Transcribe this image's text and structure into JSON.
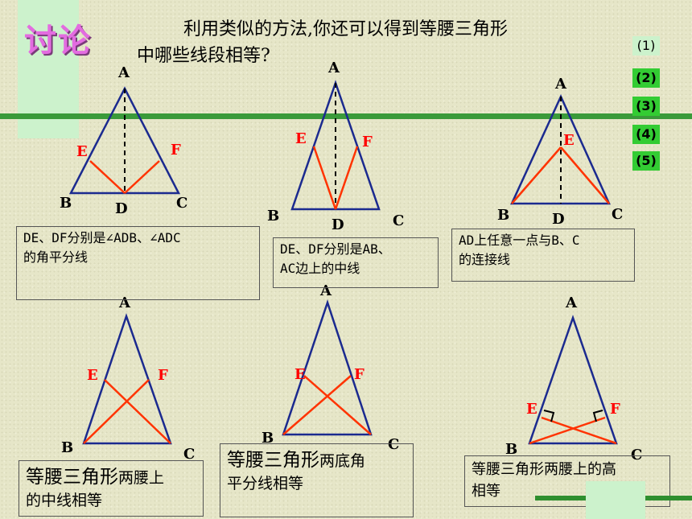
{
  "title": "讨论",
  "question": {
    "line1": "利用类似的方法,你还可以得到等腰三角形",
    "line2": "中哪些线段相等?"
  },
  "tags": [
    "(1)",
    "(2)",
    "(3)",
    "(4)",
    "(5)"
  ],
  "vertex_labels": {
    "A": "A",
    "B": "B",
    "C": "C",
    "D": "D",
    "E": "E",
    "F": "F"
  },
  "captions": {
    "c1": {
      "line1": "DE、DF分别是∠ADB、∠ADC",
      "line2": "的角平分线"
    },
    "c2": {
      "line1": "DE、DF分别是AB、",
      "line2": "AC边上的中线"
    },
    "c3": {
      "line1": "AD上任意一点与B、C",
      "line2": "的连接线"
    },
    "c4": {
      "line1_big": "等腰三角形",
      "line1_small": "两腰上",
      "line2": "的中线相等"
    },
    "c5": {
      "line1_big": "等腰三角形",
      "line1_small": "两底角",
      "line2": "平分线相等"
    },
    "c6": {
      "line1": "等腰三角形两腰上的高",
      "line2": "相等"
    }
  },
  "colors": {
    "triangle": "#1b2a8f",
    "segment": "#ff3300",
    "title": "#e36ce0",
    "rule": "#3a9a3a",
    "tag": "#33cc33"
  }
}
